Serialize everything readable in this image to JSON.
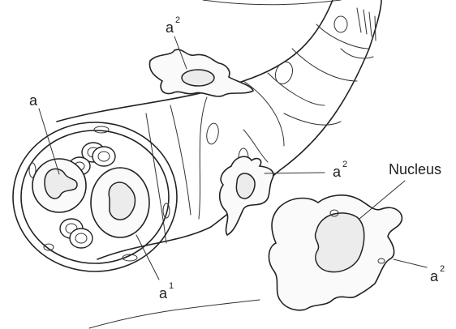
{
  "labels": {
    "a_left": {
      "base": "a",
      "sup": ""
    },
    "a2_top": {
      "base": "a",
      "sup": "2"
    },
    "a2_mid": {
      "base": "a",
      "sup": "2"
    },
    "a2_right": {
      "base": "a",
      "sup": "2"
    },
    "a1_bottom": {
      "base": "a",
      "sup": "1"
    },
    "nucleus": "Nucleus"
  }
}
